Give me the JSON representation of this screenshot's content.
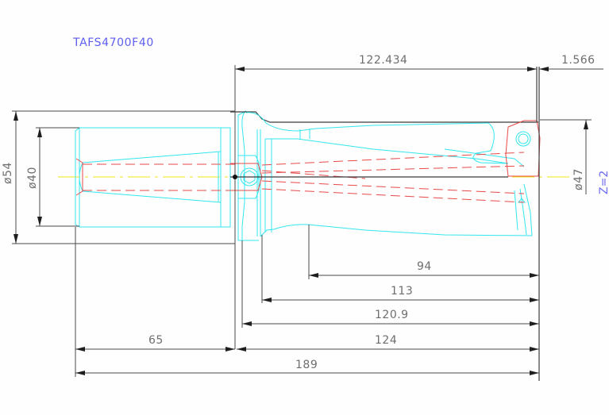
{
  "title": "TAFS4700F40",
  "drawing": {
    "part_number": "TAFS4700F40",
    "flute_count_label": "Z=2",
    "colors": {
      "title": "#5e5ef0",
      "dimension_text": "#6e6e6e",
      "dimension_line": "#4a4a4a",
      "body_outline": "#33e6ee",
      "hidden_line": "#e84a4a",
      "center_line": "#f0e81c",
      "background": "#fdfefd"
    },
    "dimensions": {
      "overall_length": "189",
      "shank_length": "65",
      "body_length": "124",
      "length_120_9": "120.9",
      "length_113": "113",
      "flute_length": "94",
      "length_to_tip": "122.434",
      "tip_offset": "1.566",
      "shank_diameter": "ø40",
      "flange_diameter": "ø54",
      "drill_diameter": "ø47"
    }
  }
}
